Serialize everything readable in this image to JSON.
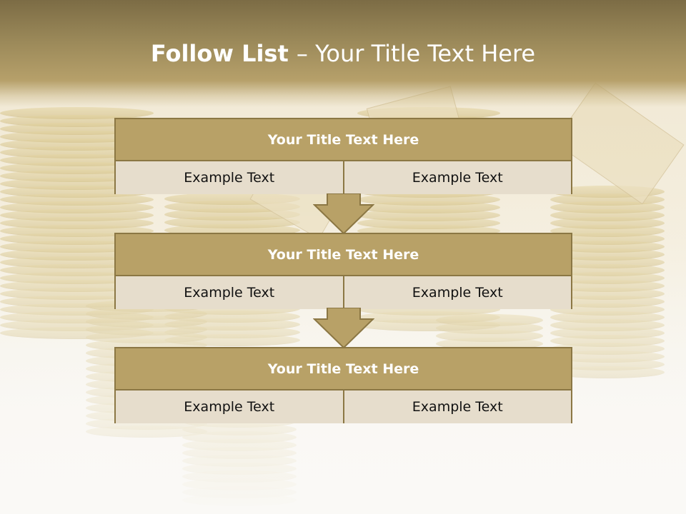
{
  "title": {
    "bold": "Follow List ",
    "rest": " – Your Title Text Here"
  },
  "steps": [
    {
      "title": "Your Title Text Here",
      "left": "Example Text",
      "right": "Example Text"
    },
    {
      "title": "Your Title Text Here",
      "left": "Example Text",
      "right": "Example Text"
    },
    {
      "title": "Your Title Text Here",
      "left": "Example Text",
      "right": "Example Text"
    }
  ],
  "colors": {
    "header": "#9c8a5a",
    "block_header": "#b8a167",
    "block_border": "#8b7744",
    "block_cell": "#e6ddcc"
  }
}
